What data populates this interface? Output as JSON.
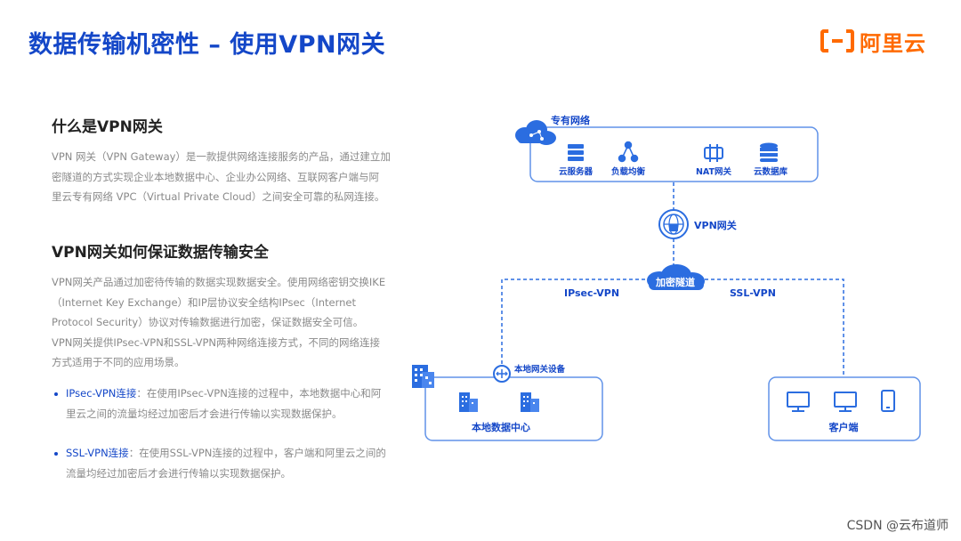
{
  "slide": {
    "title": "数据传输机密性 – 使用VPN网关",
    "logo_text": "阿里云"
  },
  "section1": {
    "heading": "什么是VPN网关",
    "lines": [
      "VPN 网关（VPN Gateway）是一款提供网络连接服务的产品，通过建立加",
      "密隧道的方式实现企业本地数据中心、企业办公网络、互联网客户端与阿",
      "里云专有网络 VPC（Virtual Private Cloud）之间安全可靠的私网连接。"
    ]
  },
  "section2": {
    "heading": "VPN网关如何保证数据传输安全",
    "lines": [
      "VPN网关产品通过加密待传输的数据实现数据安全。使用网络密钥交换IKE",
      "（Internet Key Exchange）和IP层协议安全结构IPsec（Internet",
      "Protocol Security）协议对传输数据进行加密，保证数据安全可信。",
      "VPN网关提供IPsec-VPN和SSL-VPN两种网络连接方式，不同的网络连接",
      "方式适用于不同的应用场景。"
    ],
    "bullets": [
      {
        "title": "IPsec-VPN连接",
        "line1": "：在使用IPsec-VPN连接的过程中，本地数据中心和阿",
        "line2": "里云之间的流量均经过加密后才会进行传输以实现数据保护。"
      },
      {
        "title": "SSL-VPN连接",
        "line1": "：在使用SSL-VPN连接的过程中，客户端和阿里云之间的",
        "line2": "流量均经过加密后才会进行传输以实现数据保护。"
      }
    ]
  },
  "diagram": {
    "vpc_label": "专有网络",
    "services": [
      "云服务器",
      "负载均衡",
      "NAT网关",
      "云数据库"
    ],
    "vpn_gateway": "VPN网关",
    "tunnel": "加密隧道",
    "ipsec": "IPsec-VPN",
    "ssl": "SSL-VPN",
    "local_device": "本地网关设备",
    "datacenter": "本地数据中心",
    "client": "客户端"
  },
  "footer": "CSDN @云布道师",
  "colors": {
    "brand_blue": "#1447c8",
    "diagram_blue": "#2b6de0",
    "aliyun_orange": "#ff6a00"
  }
}
